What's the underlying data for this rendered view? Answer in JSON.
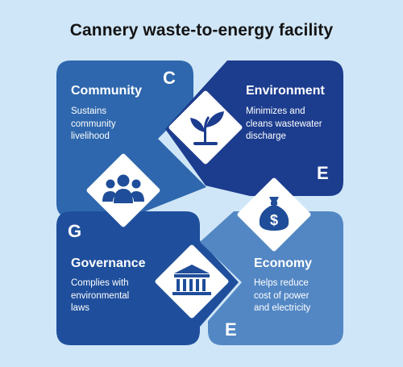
{
  "title": "Cannery waste-to-energy facility",
  "colors": {
    "background": "#cfe6f8",
    "community": "#2e67ad",
    "environment": "#1c3c8e",
    "governance": "#1f4f9c",
    "economy": "#5387c4",
    "icon_fill": "#1f4d99"
  },
  "quadrants": {
    "community": {
      "title": "Community",
      "description": [
        "Sustains",
        "community",
        "livelihood"
      ],
      "letter": "C",
      "icon": "people-icon"
    },
    "environment": {
      "title": "Environment",
      "description": [
        "Minimizes and",
        "cleans wastewater",
        "discharge"
      ],
      "letter": "E",
      "icon": "plant-icon"
    },
    "governance": {
      "title": "Governance",
      "description": [
        "Complies with",
        "environmental",
        "laws"
      ],
      "letter": "G",
      "icon": "government-building-icon"
    },
    "economy": {
      "title": "Economy",
      "description": [
        "Helps reduce",
        "cost of power",
        "and electricity"
      ],
      "letter": "E",
      "icon": "money-bag-icon"
    }
  }
}
